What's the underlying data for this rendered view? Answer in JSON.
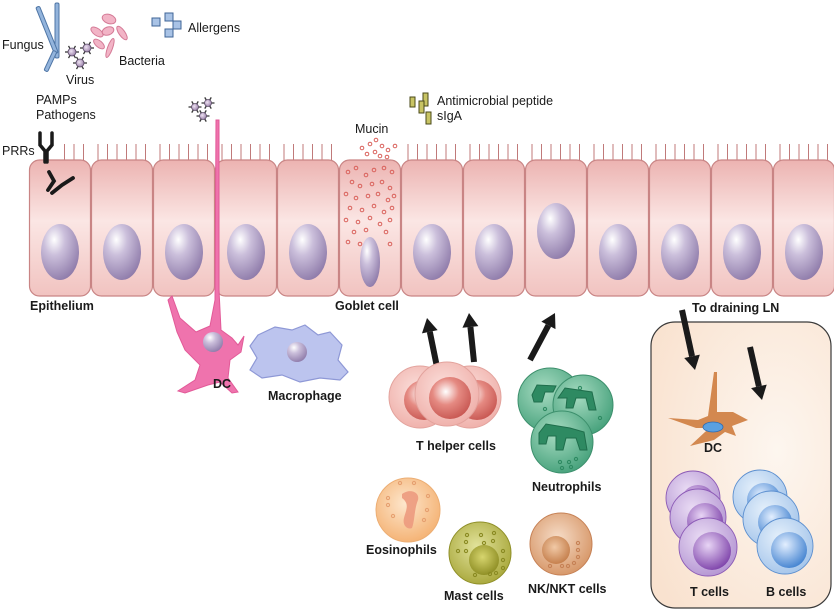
{
  "diagram": {
    "type": "biology-schematic",
    "subject": "Mucosal epithelial barrier and immune cells"
  },
  "pathogens": {
    "fungus": "Fungus",
    "virus": "Virus",
    "bacteria": "Bacteria",
    "allergens": "Allergens"
  },
  "receptors": {
    "pamps_line1": "PAMPs",
    "pamps_line2": "Pathogens",
    "prrs": "PRRs"
  },
  "secretions": {
    "mucin": "Mucin",
    "antimicrobial_line1": "Antimicrobial peptide",
    "antimicrobial_line2": "sIgA"
  },
  "epithelium": {
    "label": "Epithelium",
    "goblet_label": "Goblet cell",
    "cell_count": 13,
    "goblet_index": 5
  },
  "immune_cells": {
    "dc": "DC",
    "macrophage": "Macrophage",
    "t_helper": "T helper cells",
    "neutrophils": "Neutrophils",
    "eosinophils": "Eosinophils",
    "mast": "Mast cells",
    "nk": "NK/NKT cells"
  },
  "lymph_node": {
    "title": "To draining LN",
    "dc": "DC",
    "t_cells": "T cells",
    "b_cells": "B cells"
  },
  "colors": {
    "epithelium": "#f2c4c2",
    "epithelium_border": "#c98585",
    "nucleus": "#a896bd",
    "dc_pink": "#ef6fab",
    "macrophage": "#b9c2ec",
    "t_helper": "#e8a09a",
    "neutrophil": "#5fb08e",
    "eosinophil": "#f6be86",
    "mast": "#b9b84c",
    "nk": "#dea27a",
    "ln_box": "#fbe8d9",
    "t_cell": "#a77fc6",
    "b_cell": "#8fb8e6",
    "arrow": "#1a1a1a"
  }
}
